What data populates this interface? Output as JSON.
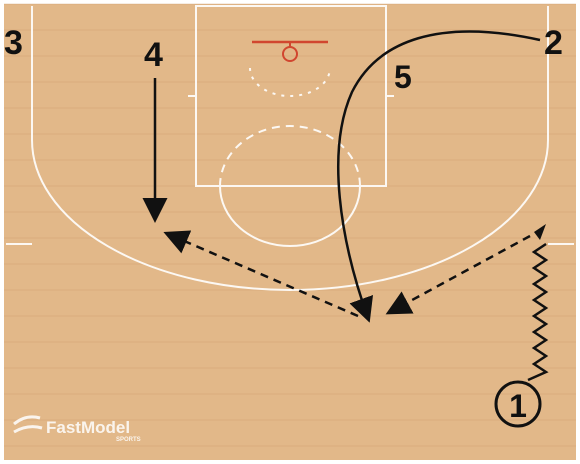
{
  "court": {
    "floor_color": "#e2b889",
    "plank_color": "#c99a68",
    "line_color": "#ffffff",
    "rim_color": "#d1462f"
  },
  "players": {
    "p1": "1",
    "p2": "2",
    "p3": "3",
    "p4": "4",
    "p5": "5"
  },
  "actions": [
    {
      "type": "cut",
      "from": "4",
      "description": "straight cut down"
    },
    {
      "type": "cut",
      "from": "2",
      "description": "curl cut"
    },
    {
      "type": "dribble",
      "from": "1"
    },
    {
      "type": "pass",
      "style": "dashed"
    },
    {
      "type": "pass",
      "style": "dashed"
    }
  ],
  "watermark": {
    "logo_icon": "fastmodel-swoosh-icon",
    "brand": "FastModel",
    "sub": "SPORTS"
  }
}
